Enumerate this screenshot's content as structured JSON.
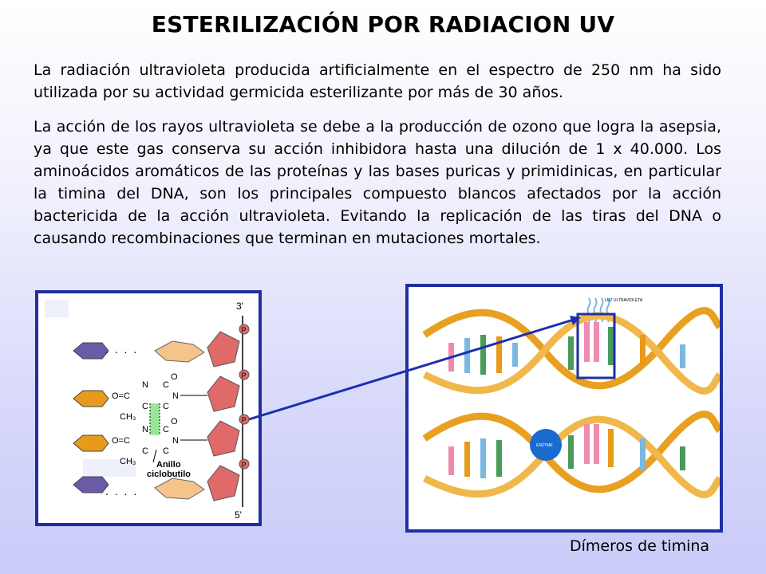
{
  "slide": {
    "title": "ESTERILIZACIÓN POR RADIACION UV",
    "paragraph_1": "La radiación ultravioleta producida artificialmente en el espectro de 250 nm ha sido utilizada por su actividad germicida esterilizante por más de 30 años.",
    "paragraph_2": "La acción de los rayos ultravioleta se debe a la producción de ozono que logra la asepsia, ya que este gas conserva su acción inhibidora hasta una dilución de 1 x 40.000. Los aminoácidos aromáticos de las proteínas y las bases puricas y primidinicas, en particular la timina del DNA, son los principales compuesto blancos afectados por la acción bactericida de la acción ultravioleta. Evitando la replicación de las tiras del DNA o causando recombinaciones que terminan en mutaciones mortales.",
    "caption": "Dímeros de timina"
  },
  "diagram_left": {
    "end_top": "3'",
    "end_bottom": "5'",
    "phosphate": "P",
    "dots": ". . . .",
    "ring_label_1": "Anillo",
    "ring_label_2": "ciclobutilo",
    "atoms": {
      "N": "N",
      "O": "O",
      "C": "C",
      "O_double_C": "O=C",
      "CH3": "CH₃"
    }
  },
  "diagram_right": {
    "uv_label": "LUZ ULTRAVIOLETA",
    "enzyme_label": "ENZYME"
  },
  "colors": {
    "panel_border": "#1f2fa0",
    "pointer_line": "#1a2fb0",
    "dna_backbone": "#e8a020",
    "phosphate": "#e06060",
    "sugar": "#f4c48a",
    "base_purple": "#6a5aa8",
    "base_orange": "#e89a1a"
  }
}
